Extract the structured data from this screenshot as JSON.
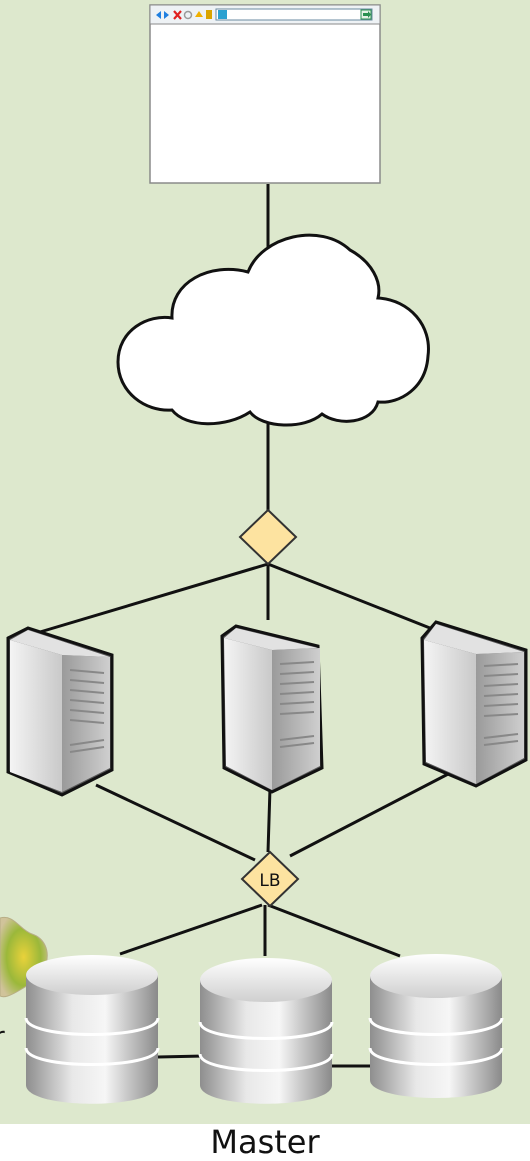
{
  "diagram": {
    "background_color": "#dde8cd",
    "browser": {
      "icon_colors": [
        "#1f7fe0",
        "#e02020",
        "#f0b000",
        "#2aa0d0",
        "#2a9050"
      ]
    },
    "cloud": {
      "stroke": "#111111",
      "fill": "#ffffff"
    },
    "gateway": {
      "fill": "#fde3a0",
      "label": ""
    },
    "load_balancer": {
      "fill": "#fde3a0",
      "label": "LB"
    },
    "servers": [
      {
        "name": "server-left"
      },
      {
        "name": "server-middle"
      },
      {
        "name": "server-right"
      }
    ],
    "databases": [
      {
        "name": "database-master"
      },
      {
        "name": "database-middle"
      },
      {
        "name": "database-right"
      }
    ],
    "labels": {
      "master": "Master",
      "partial_left": "r"
    }
  }
}
